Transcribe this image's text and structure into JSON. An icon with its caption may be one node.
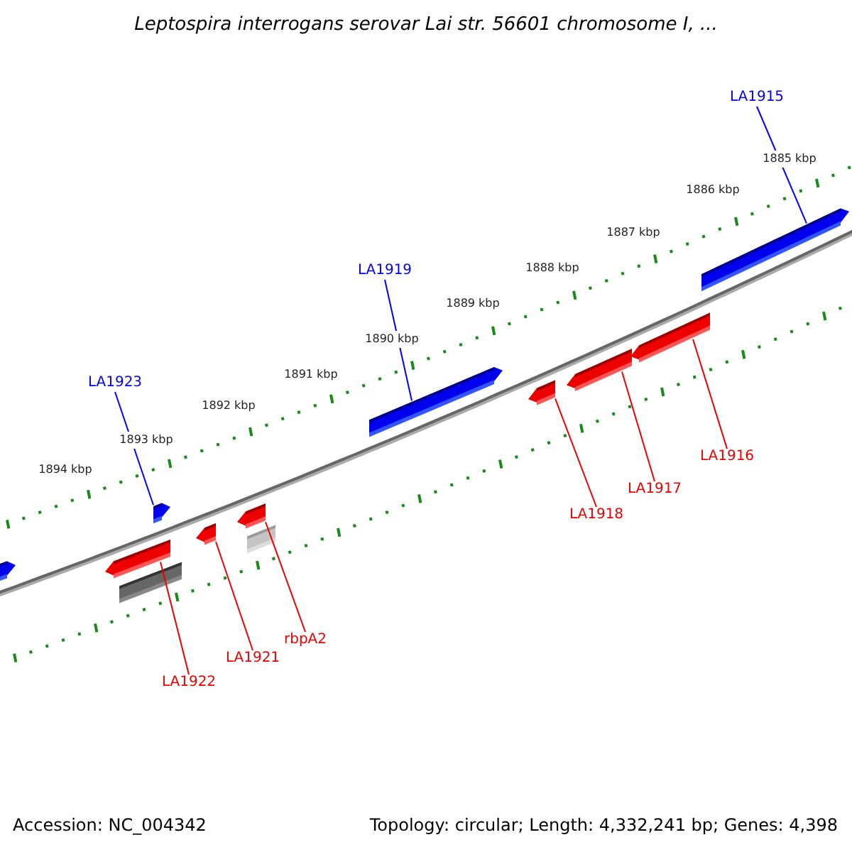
{
  "diagram": {
    "title": "Leptospira interrogans serovar Lai str. 56601 chromosome I, ...",
    "nodes": [
      {
        "text": [
          "LA1915"
        ]
      },
      {
        "text": [
          "LA1919"
        ]
      },
      {
        "text": [
          "LA1923"
        ]
      },
      {
        "text": [
          "LA1916"
        ]
      },
      {
        "text": [
          "LA1917"
        ]
      },
      {
        "text": [
          "LA1918"
        ]
      },
      {
        "text": [
          "rbpA2"
        ]
      },
      {
        "text": [
          "LA1921"
        ]
      },
      {
        "text": [
          "LA1922"
        ]
      },
      {
        "text": [],
        "shape": "bar"
      },
      {
        "text": [],
        "shape": "bar"
      },
      {
        "text": [],
        "shape": "bar"
      },
      {
        "text": [],
        "shape": "bar"
      },
      {
        "text": [],
        "shape": "bar"
      },
      {
        "text": [],
        "shape": "bar"
      },
      {
        "text": [],
        "shape": "bar"
      },
      {
        "text": [],
        "shape": "bar"
      },
      {
        "text": [],
        "shape": "bar"
      },
      {
        "text": [],
        "shape": "bar"
      },
      {
        "text": [],
        "shape": "bar"
      },
      {
        "text": [],
        "shape": "bar"
      }
    ],
    "edges": [
      {
        "from": 0,
        "to": 20,
        "arrow": "none",
        "color": "#0000ff"
      },
      {
        "from": 1,
        "to": 16,
        "arrow": "none",
        "color": "#0000ff"
      },
      {
        "from": 2,
        "to": 12,
        "arrow": "none",
        "color": "#0000ff"
      },
      {
        "from": 3,
        "to": 19,
        "arrow": "none"
      },
      {
        "from": 4,
        "to": 18,
        "arrow": "none"
      },
      {
        "from": 5,
        "to": 17,
        "arrow": "none"
      },
      {
        "from": 6,
        "to": 14,
        "arrow": "none"
      },
      {
        "from": 7,
        "to": 13,
        "arrow": "none"
      },
      {
        "from": 8,
        "to": 10,
        "arrow": "none"
      }
    ],
    "labels": [
      "1885 kbp",
      "1886 kbp",
      "1887 kbp",
      "1888 kbp",
      "1889 kbp",
      "1890 kbp",
      "1891 kbp",
      "1892 kbp",
      "1893 kbp",
      "1894 kbp",
      "Accession: NC_004342",
      "Topology: circular; Length: 4,332,241 bp; Genes: 4,398"
    ]
  }
}
